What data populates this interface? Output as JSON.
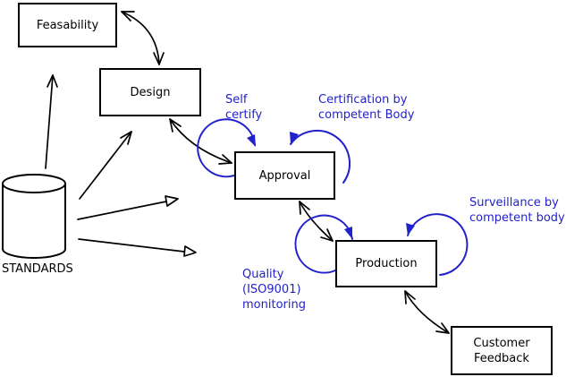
{
  "diagram": {
    "background_color": "#ffffff",
    "line_color": "#000000",
    "annotation_color": "#2222cc",
    "nodes": [
      {
        "id": "feasability",
        "label": "Feasability",
        "shape": "rectangle"
      },
      {
        "id": "design",
        "label": "Design",
        "shape": "rectangle"
      },
      {
        "id": "approval",
        "label": "Approval",
        "shape": "rectangle"
      },
      {
        "id": "production",
        "label": "Production",
        "shape": "rectangle"
      },
      {
        "id": "customer_feedback",
        "label": "Customer\nFeedback",
        "shape": "rectangle"
      },
      {
        "id": "standards",
        "label": "STANDARDS",
        "shape": "cylinder"
      }
    ],
    "annotations": [
      {
        "id": "self_certify",
        "text": "Self\ncertify"
      },
      {
        "id": "certification",
        "text": "Certification by\ncompetent Body"
      },
      {
        "id": "surveillance",
        "text": "Surveillance by\ncompetent body"
      },
      {
        "id": "quality_monitoring",
        "text": "Quality\n(ISO9001)\nmonitoring"
      }
    ],
    "edges": [
      {
        "from": "feasability",
        "to": "design",
        "type": "double-arrow"
      },
      {
        "from": "design",
        "to": "approval",
        "type": "double-arrow"
      },
      {
        "from": "approval",
        "to": "production",
        "type": "double-arrow"
      },
      {
        "from": "production",
        "to": "customer_feedback",
        "type": "double-arrow"
      },
      {
        "from": "standards",
        "to": "feasability",
        "type": "arrow"
      },
      {
        "from": "standards",
        "to": "design",
        "type": "arrow"
      },
      {
        "from": "standards",
        "to": "approval",
        "type": "arrow"
      },
      {
        "from": "standards",
        "to": "production",
        "type": "arrow"
      },
      {
        "on": "approval",
        "type": "self-loop",
        "label": "Self certify"
      },
      {
        "on": "approval",
        "type": "self-loop",
        "label": "Certification by competent Body"
      },
      {
        "on": "production",
        "type": "self-loop",
        "label": "Quality (ISO9001) monitoring"
      },
      {
        "on": "production",
        "type": "self-loop",
        "label": "Surveillance by competent body"
      }
    ]
  }
}
